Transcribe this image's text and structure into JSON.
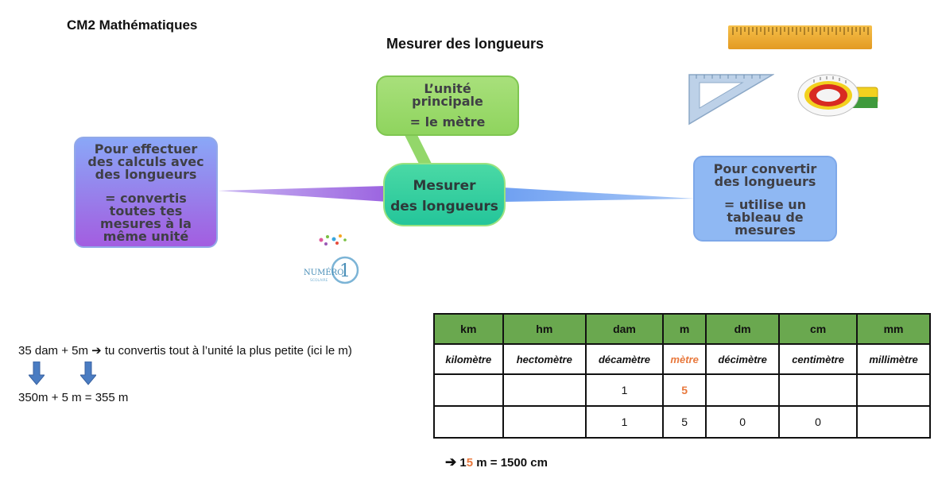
{
  "header": {
    "course": "CM2 Mathématiques",
    "title": "Mesurer des longueurs"
  },
  "mindmap": {
    "center": {
      "line1": "Mesurer",
      "line2": "des longueurs"
    },
    "top": {
      "line1": "L’unité",
      "line2": "principale",
      "line3": "= le mètre"
    },
    "left": {
      "lines1": [
        "Pour effectuer",
        "des calculs avec",
        "des longueurs"
      ],
      "lines2": [
        "= convertis",
        "toutes tes",
        "mesures à la",
        "même unité"
      ]
    },
    "right": {
      "lines1": [
        "Pour convertir",
        "des longueurs"
      ],
      "lines2": [
        "= utilise un",
        "tableau de",
        "mesures"
      ]
    },
    "colors": {
      "top": "#a8e07b",
      "center": "#24c59a",
      "left_top": "#8aa7f7",
      "left_bottom": "#a35de0",
      "right": "#8fb8f3"
    }
  },
  "logo": {
    "word": "NUMÉRO",
    "digit": "1",
    "sub": "SCOLAIRE"
  },
  "example": {
    "line1": "35 dam + 5m ➔ tu convertis tout à l’unité la plus petite (ici le m)",
    "line2": "350m + 5 m = 355 m"
  },
  "table": {
    "headers": [
      "km",
      "hm",
      "dam",
      "m",
      "dm",
      "cm",
      "mm"
    ],
    "names": [
      "kilomètre",
      "hectomètre",
      "décamètre",
      "mètre",
      "décimètre",
      "centimètre",
      "millimètre"
    ],
    "row1": [
      "",
      "",
      "1",
      "5",
      "",
      "",
      ""
    ],
    "row2": [
      "",
      "",
      "1",
      "5",
      "0",
      "0",
      ""
    ],
    "header_color": "#6aa84f",
    "highlight_color": "#e8783c"
  },
  "result": {
    "arrow": "➔",
    "digit1": "1",
    "digit2": "5",
    "rest": " m = 1500 cm"
  }
}
